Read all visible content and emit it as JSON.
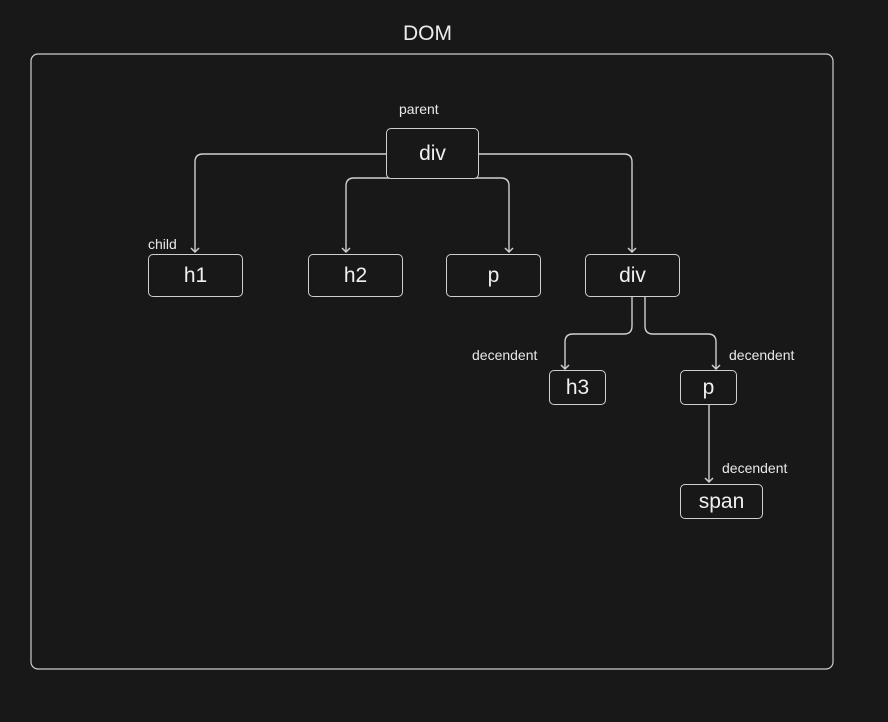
{
  "title": "DOM",
  "nodes": {
    "root_div": "div",
    "h1": "h1",
    "h2": "h2",
    "p1": "p",
    "div2": "div",
    "h3": "h3",
    "p2": "p",
    "span": "span"
  },
  "labels": {
    "parent": "parent",
    "child": "child",
    "decendent_h3": "decendent",
    "decendent_p": "decendent",
    "decendent_span": "decendent"
  },
  "colors": {
    "background": "#181818",
    "stroke": "#cfcfcf",
    "text": "#f0f0f0"
  }
}
